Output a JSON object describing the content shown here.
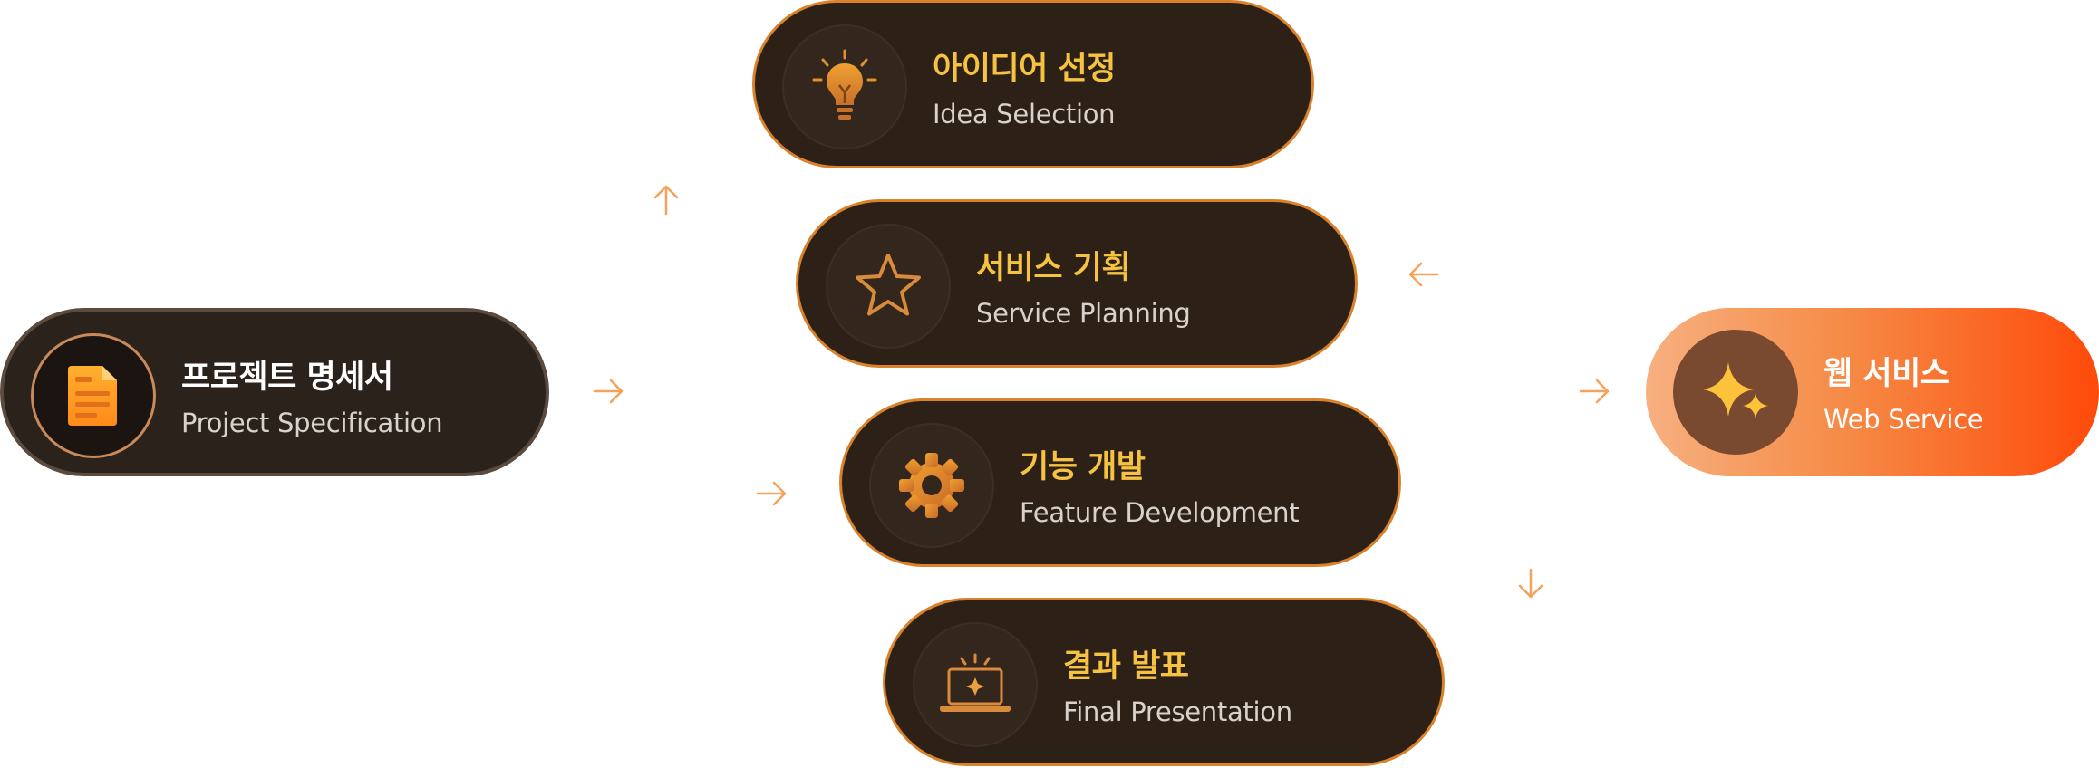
{
  "nodes": {
    "project_spec": {
      "ko": "프로젝트 명세서",
      "en": "Project Specification",
      "icon": "document-icon"
    },
    "idea": {
      "ko": "아이디어 선정",
      "en": "Idea Selection",
      "icon": "lightbulb-icon"
    },
    "planning": {
      "ko": "서비스 기획",
      "en": "Service Planning",
      "icon": "star-icon"
    },
    "development": {
      "ko": "기능 개발",
      "en": "Feature Development",
      "icon": "gear-icon"
    },
    "presentation": {
      "ko": "결과 발표",
      "en": "Final Presentation",
      "icon": "laptop-sparkle-icon"
    },
    "web_service": {
      "ko": "웹 서비스",
      "en": "Web Service",
      "icon": "sparkles-icon"
    }
  },
  "colors": {
    "pill_bg": "#2d2017",
    "pill_border": "#d9822b",
    "title_gold": "#f5c242",
    "arrow": "#f5a25c",
    "end_gradient": [
      "#f7b080",
      "#ff4a0a"
    ]
  }
}
